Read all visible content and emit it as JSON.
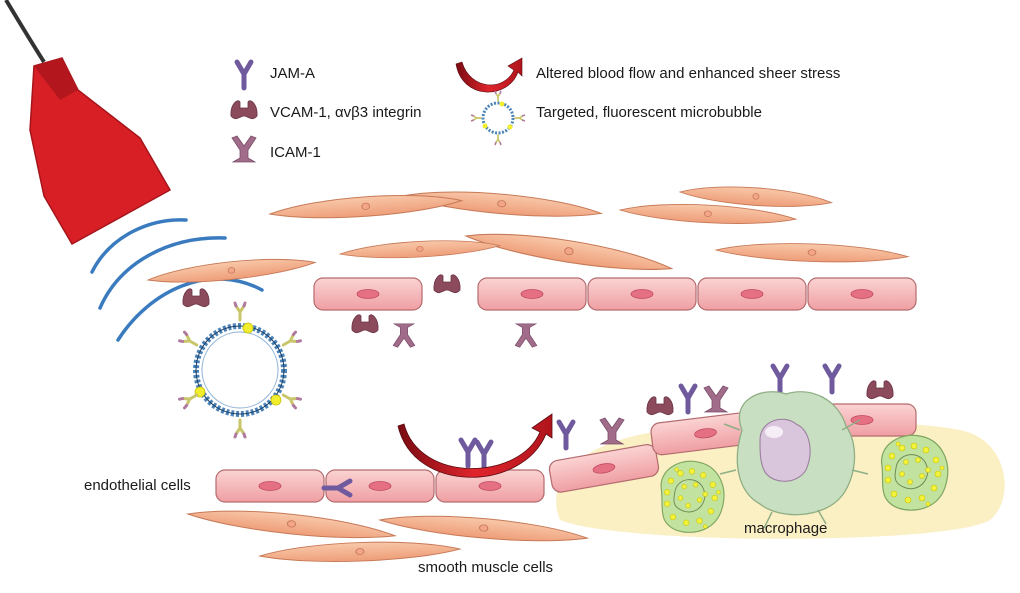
{
  "legend": {
    "jam_a": "JAM-A",
    "vcam": "VCAM-1, αvβ3 integrin",
    "icam": "ICAM-1",
    "flow": "Altered blood flow and enhanced sheer stress",
    "microbubble": "Targeted, fluorescent microbubble"
  },
  "labels": {
    "endothelial": "endothelial cells",
    "smooth_muscle": "smooth muscle cells",
    "macrophage": "macrophage"
  },
  "colors": {
    "transducer": "#d81f26",
    "endothelial_cell": "#f7b8b8",
    "smooth_muscle_cell": "#f4b390",
    "plaque": "#fbefc4",
    "jam_a": "#6f5a9e",
    "vcam": "#8c4b5c",
    "icam": "#a06c8a",
    "flow_arrow": "#c8102e",
    "ultrasound_waves": "#3a7bbf",
    "macrophage": "#c9dfc1",
    "foam_cell": "#b9de8c"
  },
  "icons": {
    "transducer": "ultrasound-transducer-icon",
    "waves": "ultrasound-waves-icon"
  }
}
